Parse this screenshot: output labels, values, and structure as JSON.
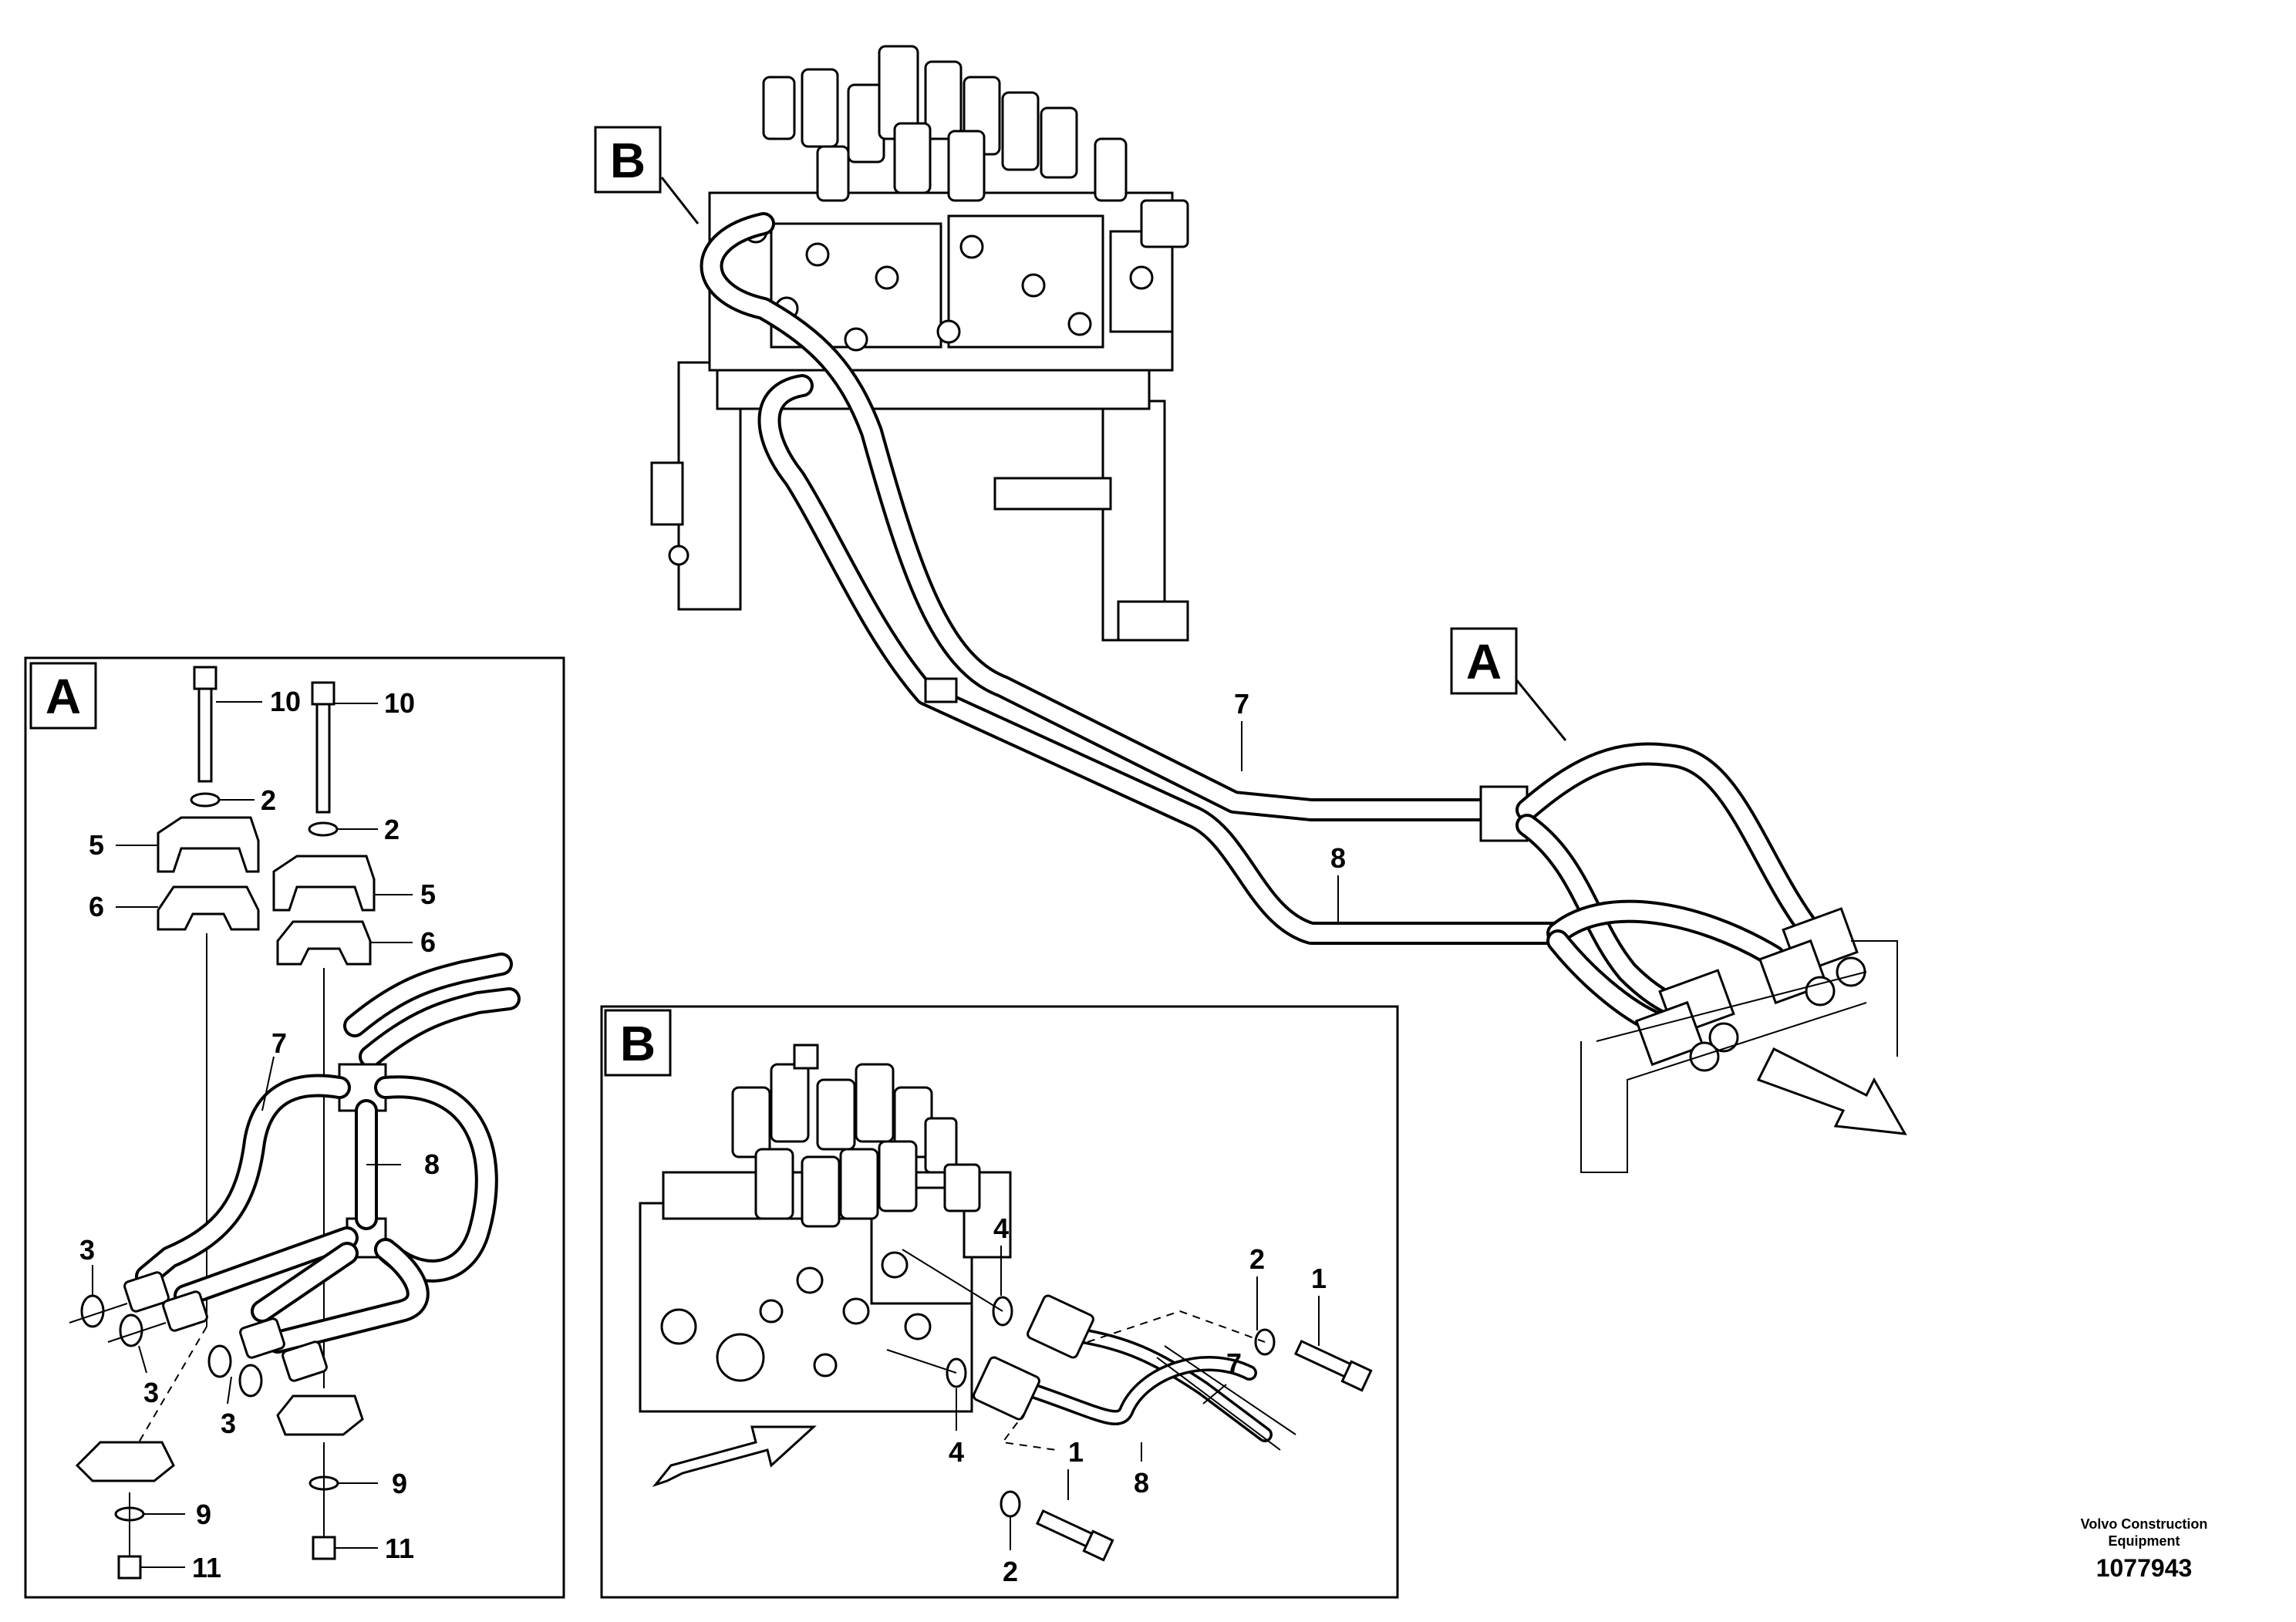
{
  "view_labels": {
    "detail_a": "A",
    "detail_b": "B"
  },
  "callouts": {
    "bolt": "1",
    "washer": "2",
    "o_ring": "3",
    "o_ring_b": "4",
    "clamp_upper": "5",
    "clamp_lower": "6",
    "pipe_7": "7",
    "pipe_8": "8",
    "washer_bottom": "9",
    "screw": "10",
    "nut": "11"
  },
  "footer": {
    "company_line1": "Volvo Construction",
    "company_line2": "Equipment",
    "document_number": "1077943"
  }
}
